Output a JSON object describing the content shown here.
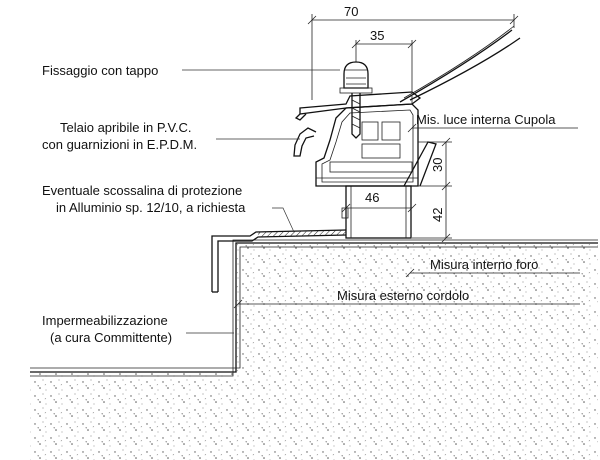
{
  "labels": {
    "fixing": "Fissaggio con tappo",
    "frame_line1": "Telaio apribile in P.V.C.",
    "frame_line2": "con guarnizioni in E.P.D.M.",
    "flashing_line1": "Eventuale scossalina di protezione",
    "flashing_line2": "in Alluminio sp. 12/10, a richiesta",
    "waterproofing_line1": "Impermeabilizzazione",
    "waterproofing_line2": "(a cura Committente)",
    "dome_clear": "Mis. luce interna Cupola",
    "hole_inner": "Misura interno foro",
    "curb_outer": "Misura esterno cordolo"
  },
  "dimensions": {
    "top_total": "70",
    "top_half": "35",
    "curb_width": "46",
    "frame_height": "30",
    "curb_height": "42"
  }
}
